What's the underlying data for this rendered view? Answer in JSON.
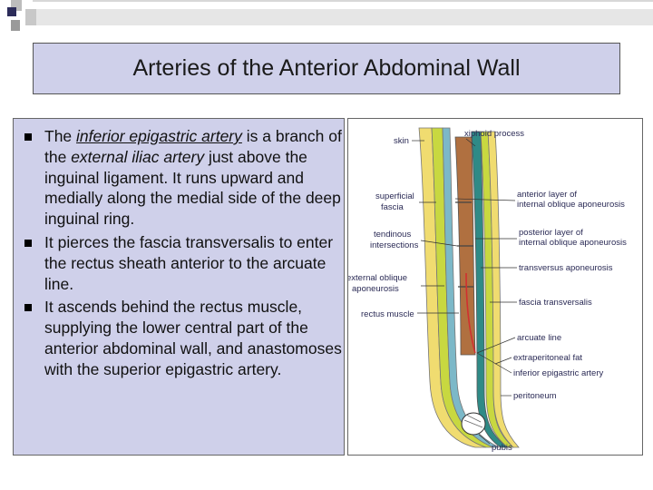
{
  "slide": {
    "title": "Arteries of the Anterior Abdominal Wall",
    "bullets": [
      {
        "pre": "The ",
        "link": "inferior epigastric artery",
        "mid": " is a branch of the ",
        "ital": "external iliac artery",
        "post": " just above the inguinal ligament. It runs upward and medially along the medial side of the deep inguinal ring."
      },
      {
        "text": " It pierces the fascia transversalis to enter the rectus sheath anterior to the arcuate line."
      },
      {
        "text": " It ascends behind the rectus muscle, supplying the lower central part of the anterior abdominal wall, and anastomoses with the superior epigastric artery."
      }
    ]
  },
  "diagram": {
    "left_labels": {
      "skin": "skin",
      "superficial_fascia_1": "superficial",
      "superficial_fascia_2": "fascia",
      "tendinous_1": "tendinous",
      "tendinous_2": "intersections",
      "ext_oblique_1": "external oblique",
      "ext_oblique_2": "aponeurosis",
      "rectus_muscle": "rectus muscle"
    },
    "right_labels": {
      "xiphoid": "xiphoid process",
      "ant_layer_1": "anterior layer of",
      "ant_layer_2": "internal oblique aponeurosis",
      "post_layer_1": "posterior layer of",
      "post_layer_2": "internal oblique aponeurosis",
      "transversus": "transversus aponeurosis",
      "fascia_transversalis": "fascia transversalis",
      "arcuate": "arcuate line",
      "extraperitoneal": "extraperitoneal fat",
      "inferior_epigastric": "inferior epigastric artery",
      "peritoneum": "peritoneum",
      "pubis": "pubis"
    },
    "colors": {
      "skin": "#f0dc70",
      "fascia": "#c8d840",
      "muscle": "#b07040",
      "aponeurosis": "#7cb8c8",
      "teal": "#2f8a86",
      "bone": "#ffffff"
    }
  }
}
